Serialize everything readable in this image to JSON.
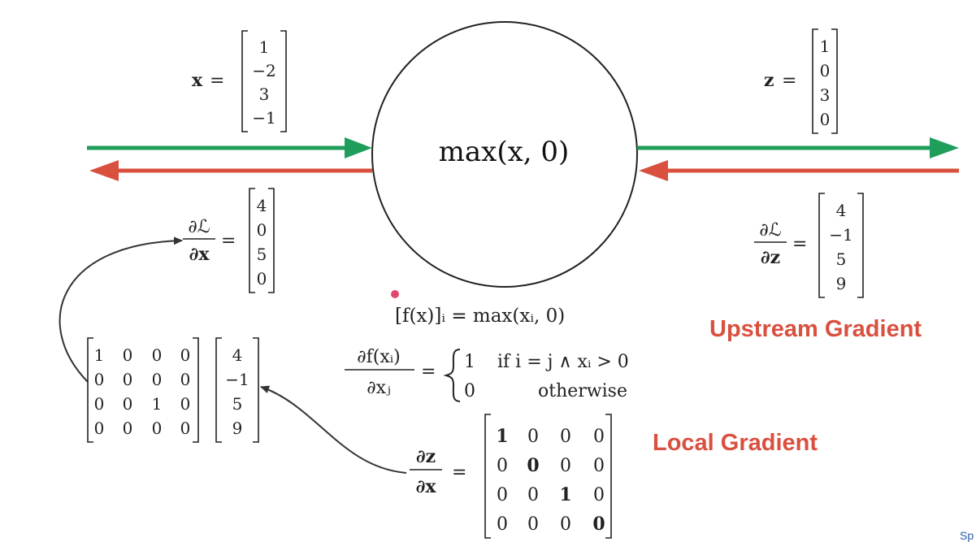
{
  "node": {
    "label": "max(x, 0)"
  },
  "input": {
    "symbol": "x",
    "values": [
      "1",
      "−2",
      "3",
      "−1"
    ]
  },
  "output": {
    "symbol": "z",
    "values": [
      "1",
      "0",
      "3",
      "0"
    ]
  },
  "upstream": {
    "numerator": "∂ℒ",
    "denominator": "∂z",
    "values": [
      "4",
      "−1",
      "5",
      "9"
    ]
  },
  "downstream": {
    "numerator": "∂ℒ",
    "denominator": "∂x",
    "values": [
      "4",
      "0",
      "5",
      "0"
    ]
  },
  "headings": {
    "upstream": "Upstream Gradient",
    "local": "Local Gradient"
  },
  "colors": {
    "forward": "#1e9e5a",
    "backward": "#d9503f",
    "heading": "#d9503f"
  },
  "definition": {
    "lhs": "[f(x)]ᵢ = max(xᵢ, 0)",
    "deriv_num": "∂f(xᵢ)",
    "deriv_den": "∂xⱼ",
    "case1_value": "1",
    "case1_cond": "if i = j ∧ xᵢ > 0",
    "case2_value": "0",
    "case2_cond": "otherwise"
  },
  "local": {
    "numerator": "∂z",
    "denominator": "∂x",
    "matrix": [
      [
        "1",
        "0",
        "0",
        "0"
      ],
      [
        "0",
        "0",
        "0",
        "0"
      ],
      [
        "0",
        "0",
        "1",
        "0"
      ],
      [
        "0",
        "0",
        "0",
        "0"
      ]
    ]
  },
  "product": {
    "matrix": [
      [
        "1",
        "0",
        "0",
        "0"
      ],
      [
        "0",
        "0",
        "0",
        "0"
      ],
      [
        "0",
        "0",
        "1",
        "0"
      ],
      [
        "0",
        "0",
        "0",
        "0"
      ]
    ],
    "vector": [
      "4",
      "−1",
      "5",
      "9"
    ]
  },
  "corner_text": "Sp"
}
